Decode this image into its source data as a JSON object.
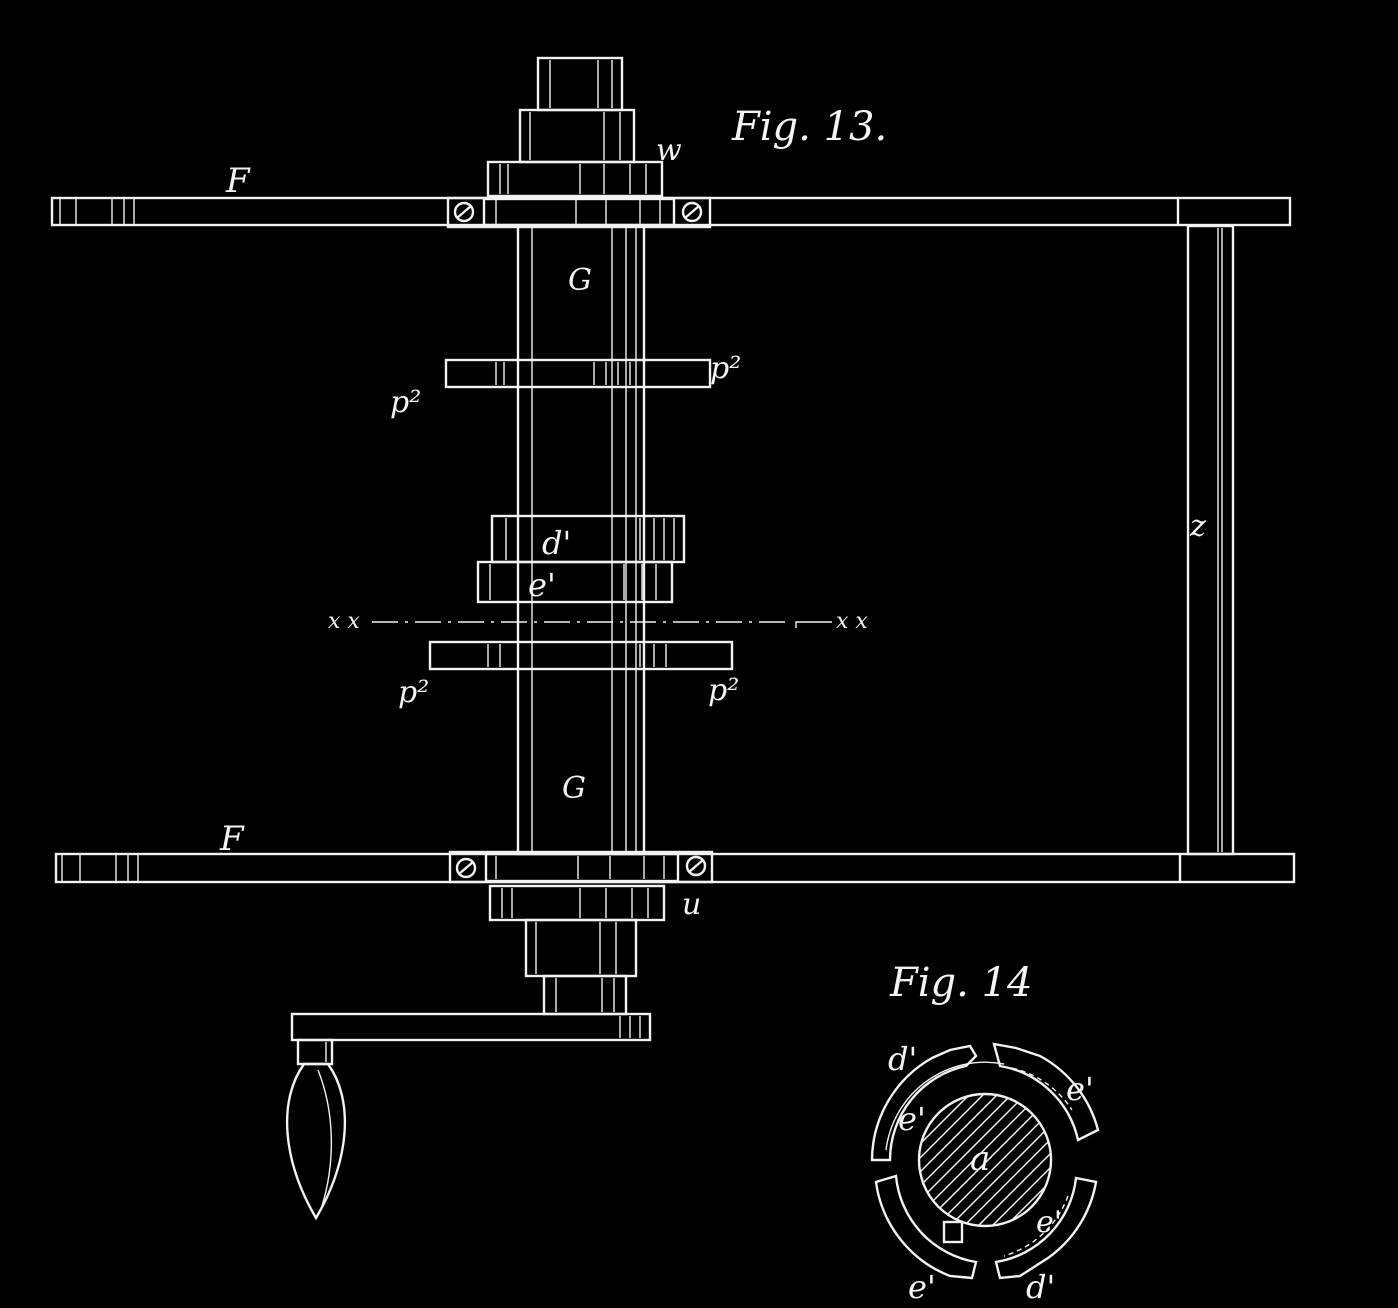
{
  "figures": {
    "fig13_title": "Fig. 13.",
    "fig14_title": "Fig. 14"
  },
  "labels": {
    "frame_top": "F",
    "frame_bottom": "F",
    "collar_w": "w",
    "collar_u": "u",
    "shaft_upper": "G",
    "shaft_lower": "G",
    "arm_upper_left": "p²",
    "arm_upper_right": "p²",
    "arm_lower_left": "p²",
    "arm_lower_right": "p²",
    "cam_d": "d'",
    "cam_e": "e'",
    "section_left": "x x",
    "section_right": "x x",
    "bar_z": "z",
    "fig14_d_top": "d'",
    "fig14_e_left": "e'",
    "fig14_e_right": "e'",
    "fig14_shaft": "a",
    "fig14_e_lower_right": "e'",
    "fig14_e_bottom": "e'",
    "fig14_d_bottom": "d'"
  },
  "colors": {
    "background": "#000000",
    "ink": "#f2f2f2"
  }
}
